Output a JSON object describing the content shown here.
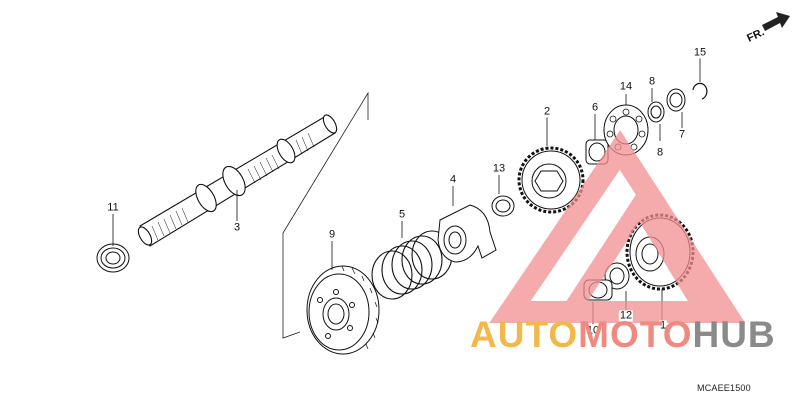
{
  "diagram": {
    "code": "MCAEE1500",
    "direction_label": "FR.",
    "callouts": [
      {
        "id": "1",
        "text": "1"
      },
      {
        "id": "2",
        "text": "2"
      },
      {
        "id": "3",
        "text": "3"
      },
      {
        "id": "4",
        "text": "4"
      },
      {
        "id": "5",
        "text": "5"
      },
      {
        "id": "6",
        "text": "6"
      },
      {
        "id": "7",
        "text": "7"
      },
      {
        "id": "8a",
        "text": "8"
      },
      {
        "id": "8b",
        "text": "8"
      },
      {
        "id": "9",
        "text": "9"
      },
      {
        "id": "10",
        "text": "10"
      },
      {
        "id": "11",
        "text": "11"
      },
      {
        "id": "12",
        "text": "12"
      },
      {
        "id": "13",
        "text": "13"
      },
      {
        "id": "14",
        "text": "14"
      },
      {
        "id": "15",
        "text": "15"
      }
    ]
  },
  "watermark": {
    "parts": [
      "AUTO",
      "MOTO",
      "HUB"
    ],
    "colors": {
      "auto": "#f2b84a",
      "moto": "#f08a80",
      "hub": "#8a8a8a",
      "triangle": "#f28f8f"
    }
  }
}
